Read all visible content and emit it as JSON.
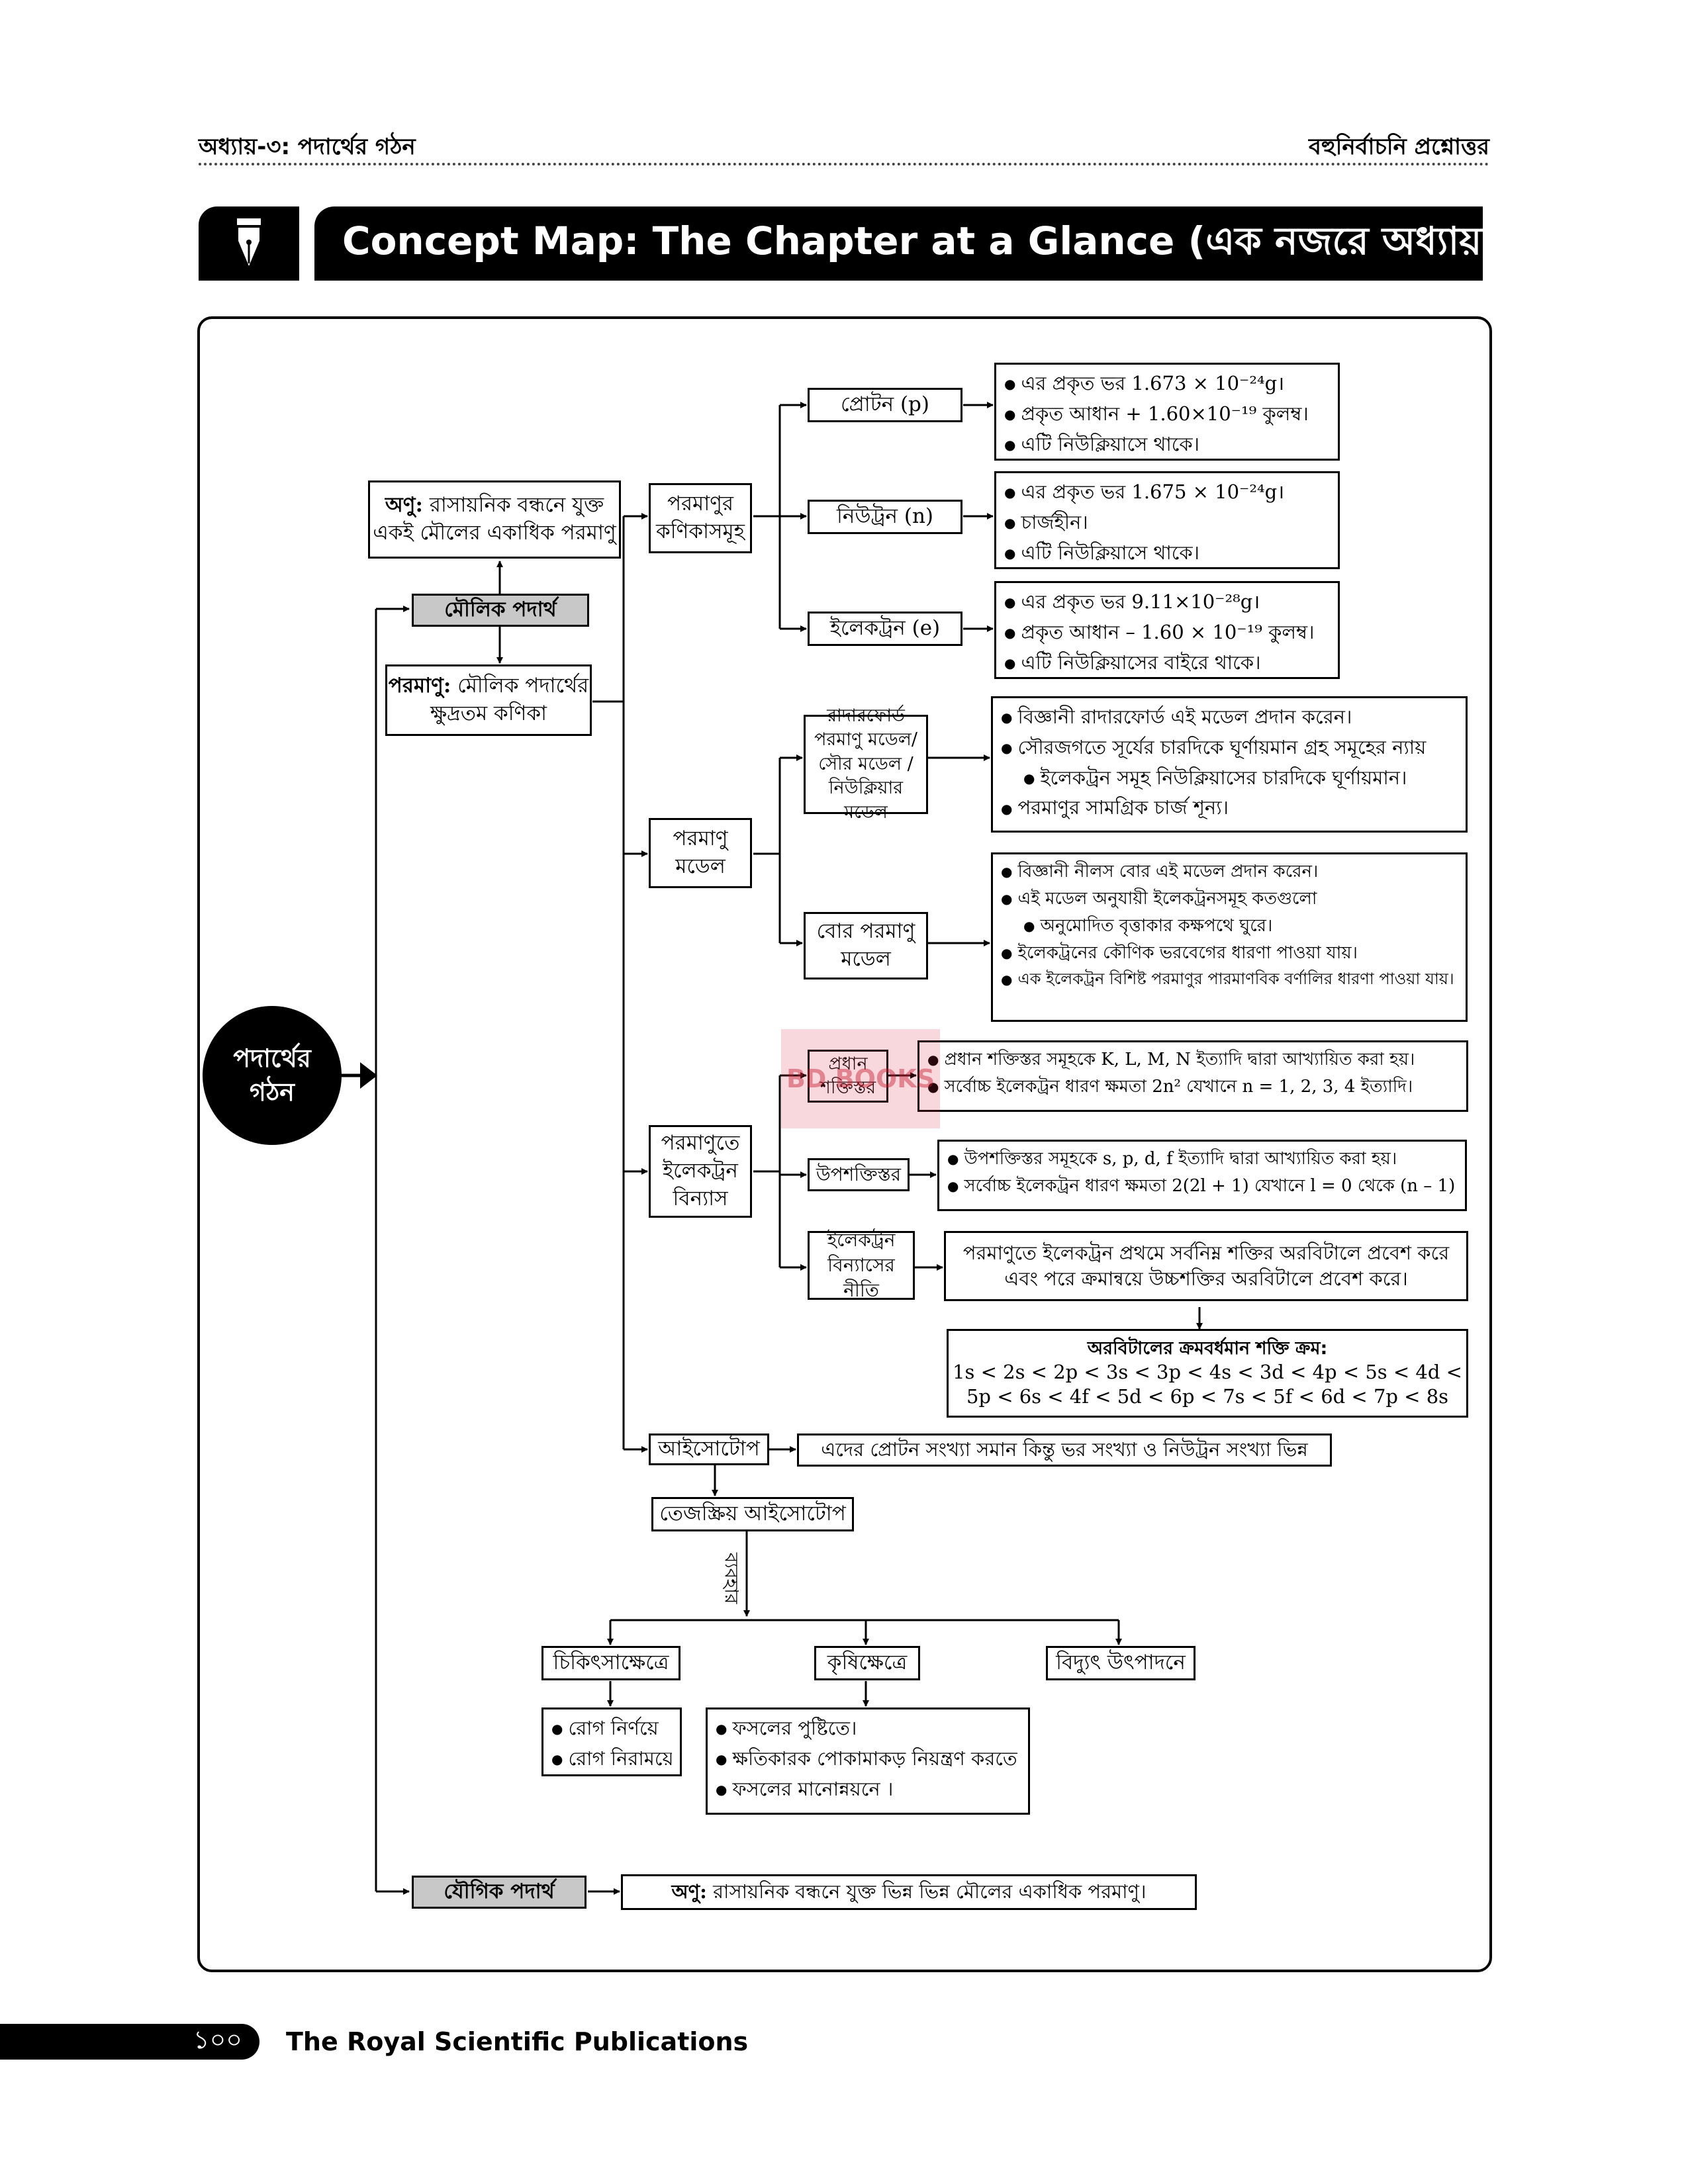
{
  "header": {
    "left": "অধ্যায়-৩: পদার্থের গঠন",
    "right": "বহুনির্বাচনি প্রশ্নোত্তর"
  },
  "banner": {
    "title": "Concept Map: The Chapter at a Glance (এক নজরে অধ্যায়টি)",
    "icon": "fountain-pen-icon"
  },
  "watermark": "BD BOOKS",
  "root": {
    "line1": "পদার্থের",
    "line2": "গঠন"
  },
  "molecule_elem": {
    "label": "অণু:",
    "text": "রাসায়নিক বন্ধনে যুক্ত একই মৌলের একাধিক পরমাণু"
  },
  "element": "মৌলিক পদার্থ",
  "atom_def": {
    "label": "পরমাণু:",
    "text": "মৌলিক পদার্থের ক্ষুদ্রতম কণিকা"
  },
  "subatomic": "পরমাণুর কণিকাসমূহ",
  "proton": {
    "label": "প্রোটন (p)",
    "facts": [
      "এর প্রকৃত ভর 1.673 × 10⁻²⁴g।",
      "প্রকৃত আধান + 1.60×10⁻¹⁹ কুলম্ব।",
      "এটি নিউক্লিয়াসে থাকে।"
    ]
  },
  "neutron": {
    "label": "নিউট্রন (n)",
    "facts": [
      "এর প্রকৃত ভর 1.675 × 10⁻²⁴g।",
      "চার্জহীন।",
      "এটি নিউক্লিয়াসে থাকে।"
    ]
  },
  "electron": {
    "label": "ইলেকট্রন (e)",
    "facts": [
      "এর প্রকৃত ভর 9.11×10⁻²⁸g।",
      "প্রকৃত আধান – 1.60 × 10⁻¹⁹ কুলম্ব।",
      "এটি নিউক্লিয়াসের বাইরে থাকে।"
    ]
  },
  "model": "পরমাণু মডেল",
  "rutherford": {
    "label": "রাদারফোর্ড পরমাণু মডেল/সৌর মডেল /নিউক্লিয়ার মডেল",
    "facts": [
      "বিজ্ঞানী রাদারফোর্ড এই মডেল প্রদান করেন।",
      "সৌরজগতে সূর্যের চারদিকে ঘূর্ণায়মান গ্রহ সমূহের ন্যায়",
      "ইলেকট্রন সমূহ নিউক্লিয়াসের চারদিকে ঘূর্ণায়মান।",
      "পরমাণুর সামগ্রিক চার্জ শূন্য।"
    ]
  },
  "bohr": {
    "label": "বোর পরমাণু মডেল",
    "facts": [
      "বিজ্ঞানী নীলস বোর এই মডেল প্রদান করেন।",
      "এই মডেল অনুযায়ী ইলেকট্রনসমূহ কতগুলো",
      "অনুমোদিত বৃত্তাকার কক্ষপথে ঘুরে।",
      "ইলেকট্রনের কৌণিক ভরবেগের ধারণা পাওয়া যায়।",
      "এক ইলেকট্রন বিশিষ্ট পরমাণুর পারমাণবিক বর্ণালির ধারণা পাওয়া যায়।"
    ]
  },
  "config": "পরমাণুতে ইলেকট্রন বিন্যাস",
  "shell": {
    "label": "প্রধান শক্তিস্তর",
    "facts": [
      "প্রধান শক্তিস্তর সমূহকে K, L, M, N ইত্যাদি দ্বারা আখ্যায়িত করা হয়।",
      "সর্বোচ্চ ইলেকট্রন ধারণ ক্ষমতা 2n² যেখানে n = 1, 2, 3, 4 ইত্যাদি।"
    ]
  },
  "subshell": {
    "label": "উপশক্তিস্তর",
    "facts": [
      "উপশক্তিস্তর সমূহকে s, p, d, f ইত্যাদি দ্বারা আখ্যায়িত করা হয়।",
      "সর্বোচ্চ ইলেকট্রন ধারণ ক্ষমতা 2(2l + 1) যেখানে l = 0 থেকে (n – 1)"
    ]
  },
  "rule": {
    "label": "ইলেকট্রন বিন্যাসের নীতি",
    "text": "পরমাণুতে ইলেকট্রন প্রথমে সর্বনিম্ন শক্তির অরবিটালে প্রবেশ করে এবং পরে ক্রমান্বয়ে উচ্চশক্তির অরবিটালে প্রবেশ করে।"
  },
  "order": {
    "title": "অরবিটালের ক্রমবর্ধমান শক্তি ক্রম:",
    "line1": "1s < 2s < 2p < 3s < 3p < 4s < 3d < 4p < 5s < 4d <",
    "line2": "5p < 6s < 4f < 5d < 6p < 7s < 5f < 6d < 7p < 8s"
  },
  "isotope": {
    "label": "আইসোটোপ",
    "text": "এদের প্রোটন সংখ্যা সমান কিন্তু ভর সংখ্যা ও নিউট্রন সংখ্যা ভিন্ন"
  },
  "radio": "তেজস্ক্রিয় আইসোটোপ",
  "use": "ব্যবহার",
  "medical": {
    "label": "চিকিৎসাক্ষেত্রে",
    "items": [
      "রোগ নির্ণয়ে",
      "রোগ নিরাময়ে"
    ]
  },
  "agri": {
    "label": "কৃষিক্ষেত্রে",
    "items": [
      "ফসলের পুষ্টিতে।",
      "ক্ষতিকারক পোকামাকড় নিয়ন্ত্রণ করতে।",
      "ফসলের মানোন্নয়নে ।"
    ]
  },
  "power": "বিদ্যুৎ উৎপাদনে",
  "compound": "যৌগিক পদার্থ",
  "molecule_comp": {
    "label": "অণু:",
    "text": "রাসায়নিক বন্ধনে যুক্ত ভিন্ন ভিন্ন মৌলের একাধিক পরমাণু।"
  },
  "footer": {
    "page": "১০০",
    "publisher": "The Royal Scientific Publications"
  }
}
